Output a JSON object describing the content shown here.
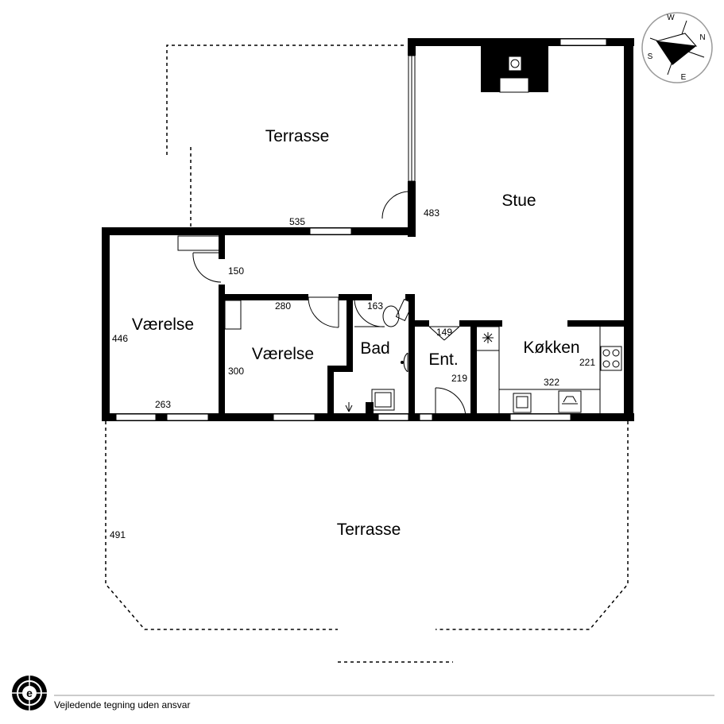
{
  "rooms": {
    "terrace_top": "Terrasse",
    "living": "Stue",
    "bedroom_left": "Værelse",
    "bedroom_mid": "Værelse",
    "bath": "Bad",
    "entry": "Ent.",
    "kitchen": "Køkken",
    "terrace_bottom": "Terrasse"
  },
  "dimensions": {
    "d535": "535",
    "d483": "483",
    "d150": "150",
    "d446": "446",
    "d280": "280",
    "d163": "163",
    "d149": "149",
    "d300": "300",
    "d219": "219",
    "d221": "221",
    "d322": "322",
    "d263": "263",
    "d491": "491"
  },
  "compass": {
    "n": "N",
    "s": "S",
    "e": "E",
    "w": "W"
  },
  "footer": {
    "text": "Vejledende tegning uden ansvar"
  }
}
